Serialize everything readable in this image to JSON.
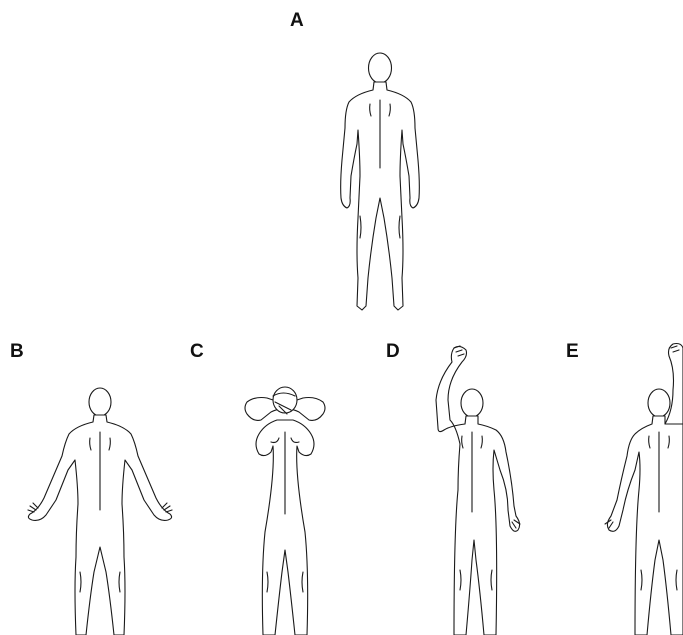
{
  "panels": {
    "a": {
      "label": "A"
    },
    "b": {
      "label": "B"
    },
    "c": {
      "label": "C"
    },
    "d": {
      "label": "D"
    },
    "e": {
      "label": "E"
    }
  }
}
